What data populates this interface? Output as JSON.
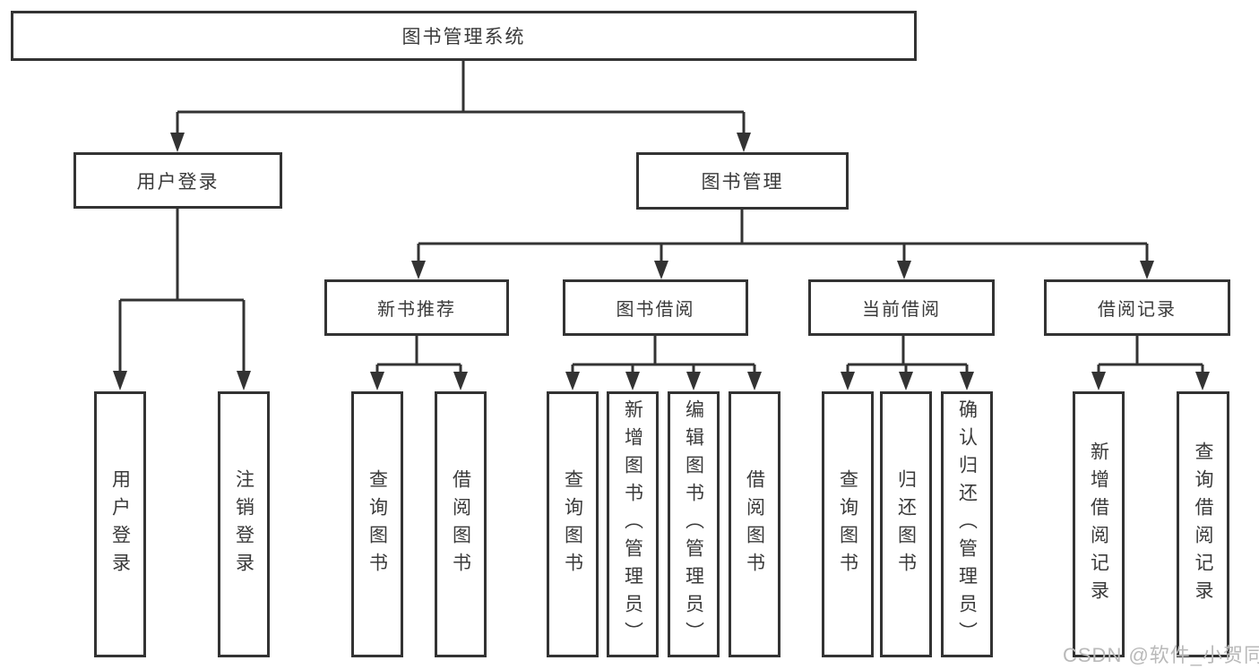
{
  "diagram": {
    "root_label": "图书管理系统",
    "user_login": {
      "label": "用户登录",
      "children": [
        {
          "label": "用户登录"
        },
        {
          "label": "注销登录"
        }
      ]
    },
    "book_management": {
      "label": "图书管理",
      "sections": [
        {
          "label": "新书推荐",
          "children": [
            {
              "label": "查询图书"
            },
            {
              "label": "借阅图书"
            }
          ]
        },
        {
          "label": "图书借阅",
          "children": [
            {
              "label": "查询图书"
            },
            {
              "label": "新增图书（管理员）"
            },
            {
              "label": "编辑图书（管理员）"
            },
            {
              "label": "借阅图书"
            }
          ]
        },
        {
          "label": "当前借阅",
          "children": [
            {
              "label": "查询图书"
            },
            {
              "label": "归还图书"
            },
            {
              "label": "确认归还（管理员）"
            }
          ]
        },
        {
          "label": "借阅记录",
          "children": [
            {
              "label": "新增借阅记录"
            },
            {
              "label": "查询借阅记录"
            }
          ]
        }
      ]
    }
  },
  "watermark": {
    "text": "CSDN @软件_小贺同学"
  },
  "colors": {
    "line": "#333333",
    "box_border": "#333333",
    "text": "#3a3a3a",
    "watermark": "#b9b9b9",
    "background": "#ffffff"
  }
}
